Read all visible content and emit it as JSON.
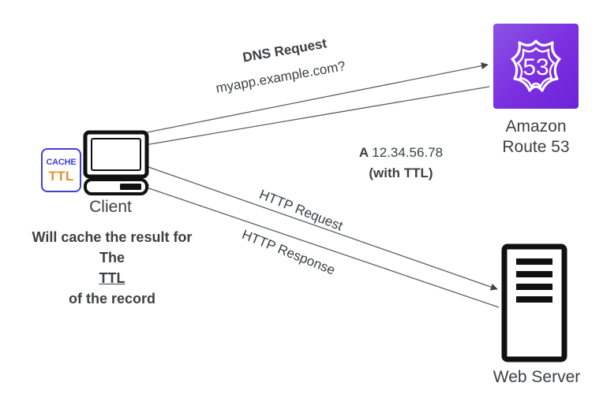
{
  "diagram": {
    "title": "DNS resolution and HTTP flow with Amazon Route 53",
    "background": "#ffffff",
    "text_color": "#3b4043"
  },
  "nodes": {
    "route53": {
      "icon_name": "amazon-route-53-icon",
      "badge_number": "53",
      "label_line1": "Amazon",
      "label_line2": "Route 53",
      "color_start": "#8b52e3",
      "color_end": "#6d23d6"
    },
    "client": {
      "icon_name": "desktop-computer-icon",
      "label": "Client",
      "cache_badge": {
        "top_text": "CACHE",
        "bottom_text": "TTL",
        "border_color": "#4040d0",
        "top_color": "#4040d0",
        "bottom_color": "#e8912a"
      },
      "caption_line1": "Will cache the result for",
      "caption_line2_before": "The ",
      "caption_line2_underlined": "TTL",
      "caption_line2_after": " of the record"
    },
    "webserver": {
      "icon_name": "server-rack-icon",
      "label": "Web Server",
      "bar_count": 4
    }
  },
  "edges": [
    {
      "name": "dns-request",
      "from": "client",
      "to": "route53",
      "label_line1": "DNS Request",
      "label_line2": "myapp.example.com?"
    },
    {
      "name": "dns-response",
      "from": "route53",
      "to": "client",
      "label_line1_prefix": "A",
      "label_line1_value": "12.34.56.78",
      "label_line2": "(with TTL)"
    },
    {
      "name": "http-request",
      "from": "client",
      "to": "webserver",
      "label": "HTTP Request"
    },
    {
      "name": "http-response",
      "from": "webserver",
      "to": "client",
      "label": "HTTP Response"
    }
  ]
}
